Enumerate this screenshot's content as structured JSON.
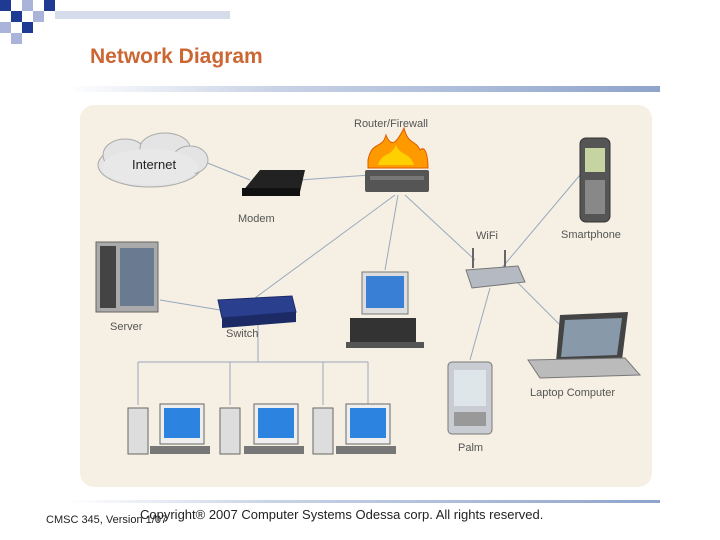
{
  "slide": {
    "title": "Network Diagram",
    "footer_left": "CMSC 345, Version 1/07",
    "footer_copyright": "Copyright® 2007 Computer Systems Odessa corp. All rights reserved."
  },
  "diagram": {
    "labels": {
      "internet": "Internet",
      "router_firewall": "Router/Firewall",
      "modem": "Modem",
      "wifi": "WiFi",
      "smartphone": "Smartphone",
      "server": "Server",
      "switch": "Switch",
      "laptop": "Laptop Computer",
      "palm": "Palm"
    }
  },
  "colors": {
    "title": "#cc6633",
    "panel": "#f5f0e3",
    "link": "#9aa8be",
    "deco_blue": "#1f3a93",
    "deco_light": "#aab3d9"
  }
}
